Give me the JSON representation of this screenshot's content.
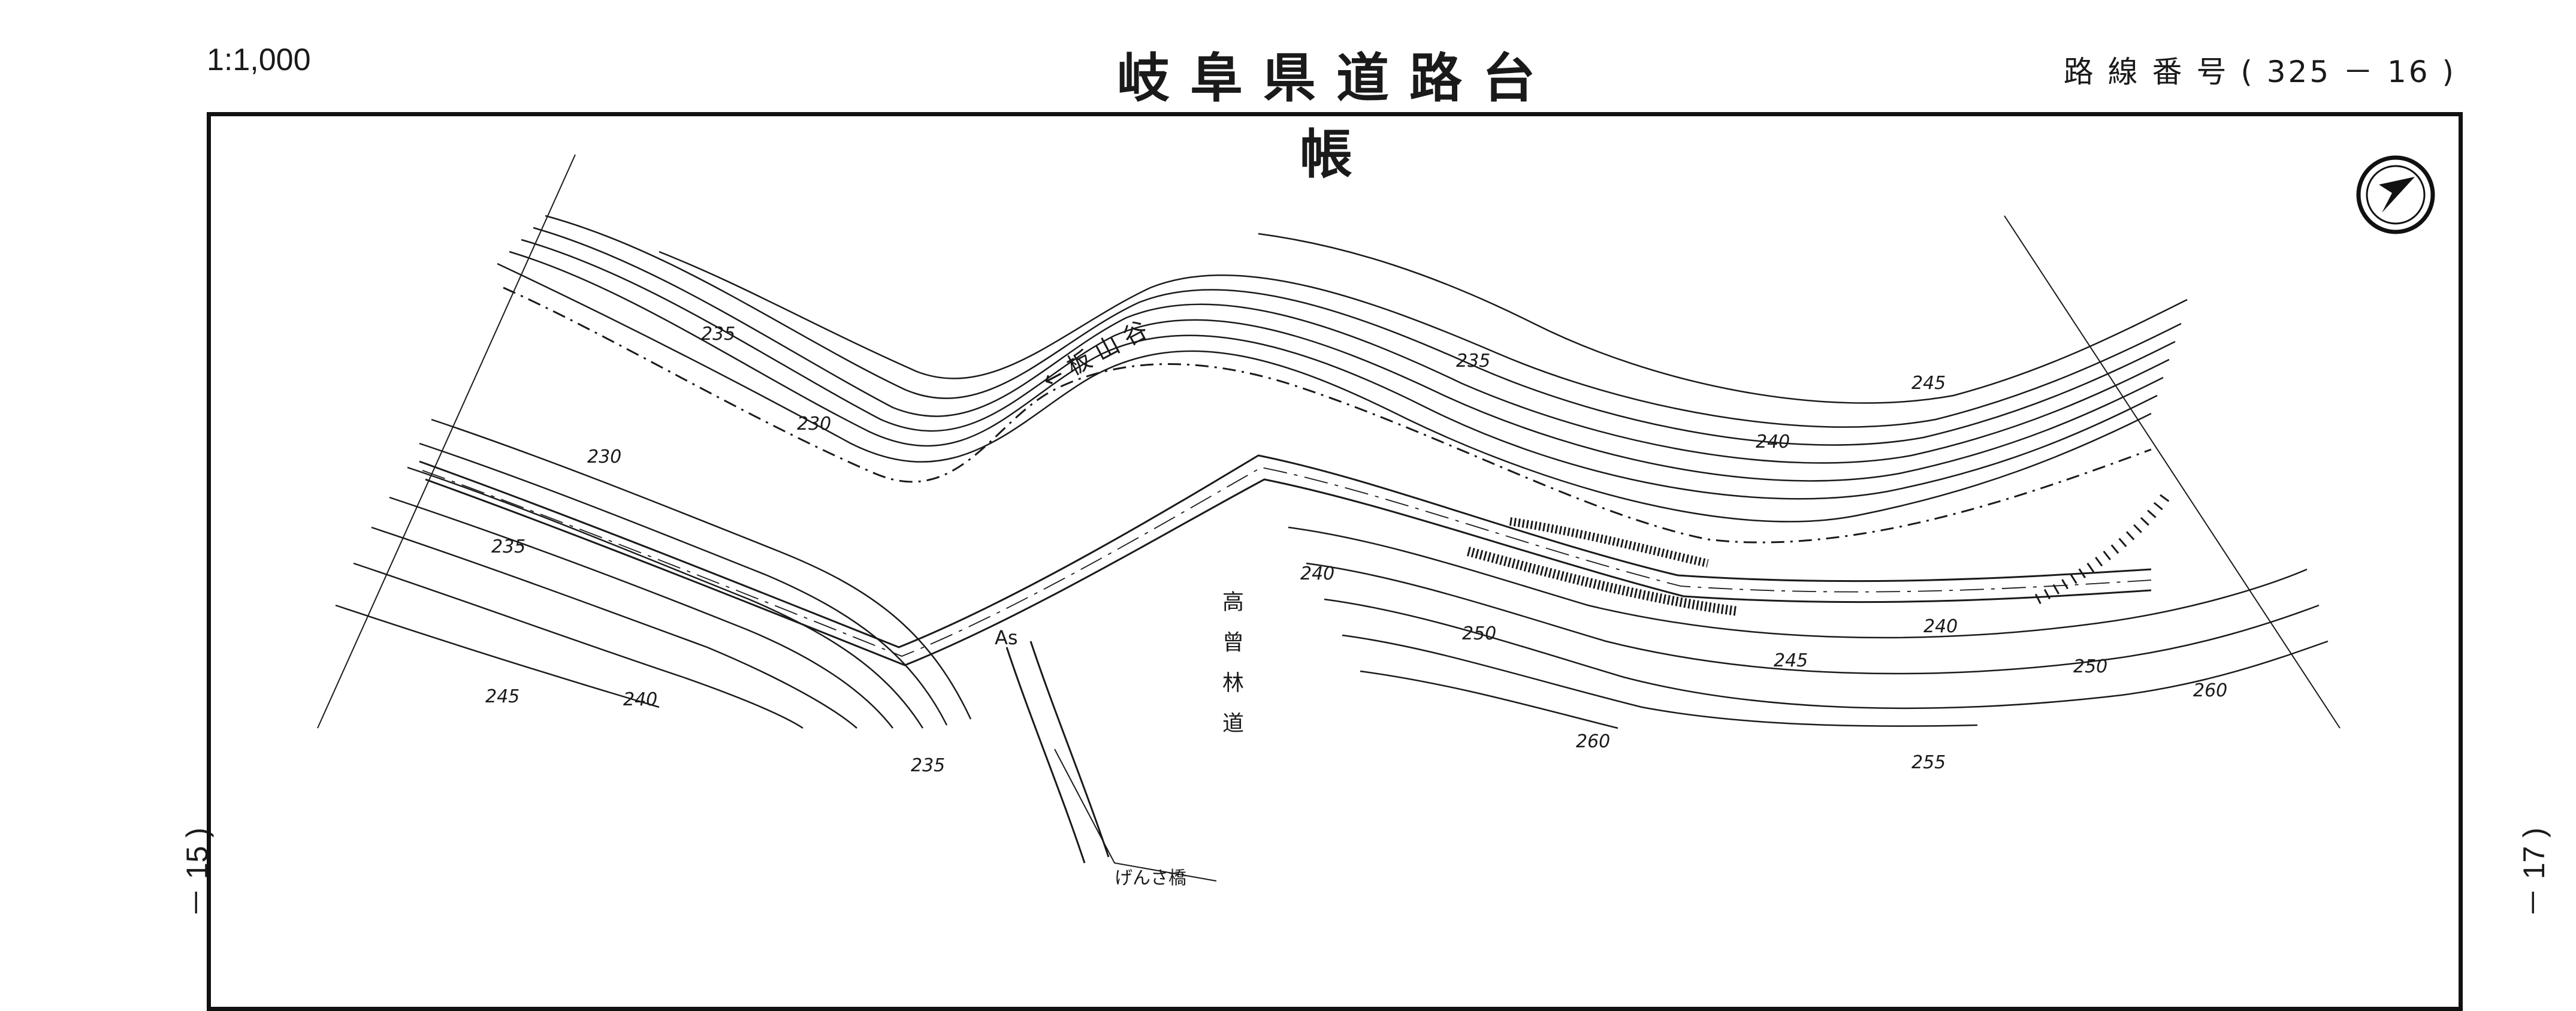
{
  "header": {
    "scale": "1:1,000",
    "title": "岐阜県道路台帳",
    "route_number": "路 線 番 号 ( 325 － 16 )"
  },
  "side_labels": {
    "left": "－ 15 )",
    "right": "－ 17 )"
  },
  "map": {
    "contour_labels": [
      {
        "text": "235"
      },
      {
        "text": "230"
      },
      {
        "text": "230"
      },
      {
        "text": "235"
      },
      {
        "text": "240"
      },
      {
        "text": "245"
      },
      {
        "text": "235"
      },
      {
        "text": "235"
      },
      {
        "text": "245"
      },
      {
        "text": "240"
      },
      {
        "text": "240"
      },
      {
        "text": "250"
      },
      {
        "text": "245"
      },
      {
        "text": "240"
      },
      {
        "text": "250"
      },
      {
        "text": "260"
      },
      {
        "text": "255"
      },
      {
        "text": "260"
      }
    ],
    "place_labels": {
      "valley": "← 板 山 谷",
      "road": "高 曾 林 道",
      "bridge": "げんさ橋",
      "surface": "As"
    },
    "north_arrow": "north-arrow-icon",
    "colors": {
      "ink": "#1a1a1a",
      "paper": "#ffffff"
    }
  }
}
